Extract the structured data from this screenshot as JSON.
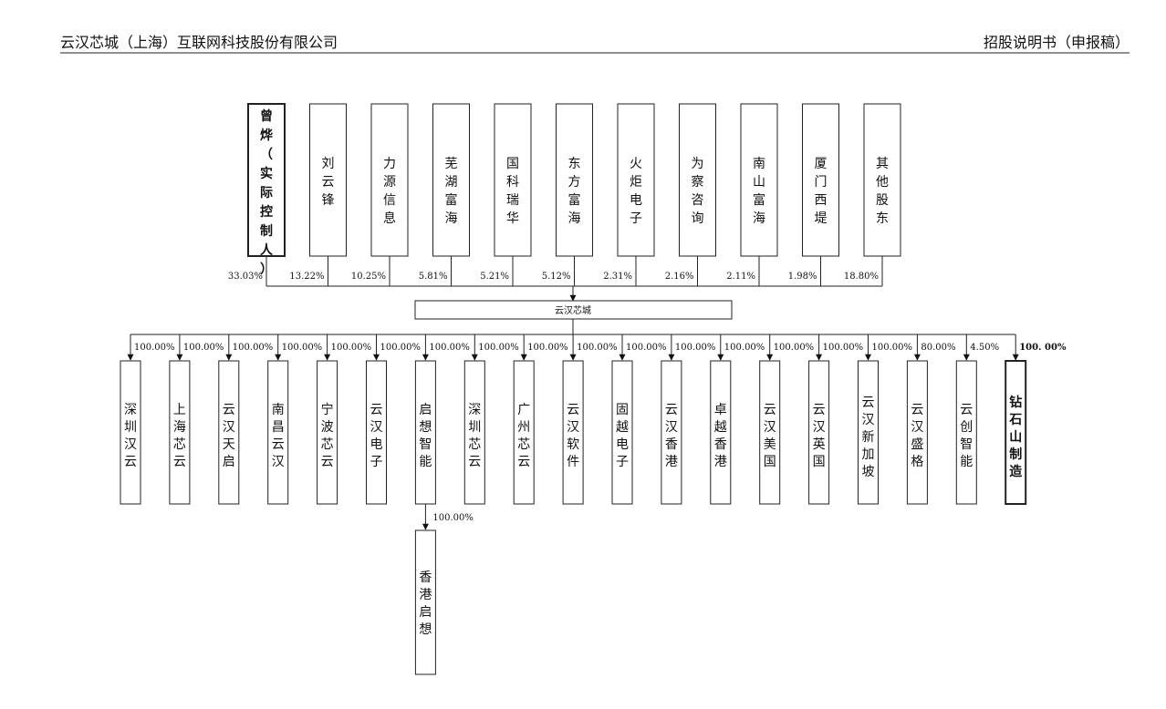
{
  "header": {
    "company": "云汉芯城（上海）互联网科技股份有限公司",
    "document": "招股说明书（申报稿）"
  },
  "shareholders": [
    {
      "name": "曾烨（实际控制人）",
      "pct": "33.03%",
      "bold": true
    },
    {
      "name": "刘云锋",
      "pct": "13.22%"
    },
    {
      "name": "力源信息",
      "pct": "10.25%"
    },
    {
      "name": "芜湖富海",
      "pct": "5.81%"
    },
    {
      "name": "国科瑞华",
      "pct": "5.21%"
    },
    {
      "name": "东方富海",
      "pct": "5.12%"
    },
    {
      "name": "火炬电子",
      "pct": "2.31%"
    },
    {
      "name": "为察咨询",
      "pct": "2.16%"
    },
    {
      "name": "南山富海",
      "pct": "2.11%"
    },
    {
      "name": "厦门西堤",
      "pct": "1.98%"
    },
    {
      "name": "其他股东",
      "pct": "18.80%"
    }
  ],
  "company": {
    "name": "云汉芯城"
  },
  "subsidiaries": [
    {
      "name": "深圳汉云",
      "pct": "100.00%"
    },
    {
      "name": "上海芯云",
      "pct": "100.00%"
    },
    {
      "name": "云汉天启",
      "pct": "100.00%"
    },
    {
      "name": "南昌云汉",
      "pct": "100.00%"
    },
    {
      "name": "宁波芯云",
      "pct": "100.00%"
    },
    {
      "name": "云汉电子",
      "pct": "100.00%"
    },
    {
      "name": "启想智能",
      "pct": "100.00%"
    },
    {
      "name": "深圳芯云",
      "pct": "100.00%"
    },
    {
      "name": "广州芯云",
      "pct": "100.00%"
    },
    {
      "name": "云汉软件",
      "pct": "100.00%"
    },
    {
      "name": "固越电子",
      "pct": "100.00%"
    },
    {
      "name": "云汉香港",
      "pct": "100.00%"
    },
    {
      "name": "卓越香港",
      "pct": "100.00%"
    },
    {
      "name": "云汉美国",
      "pct": "100.00%"
    },
    {
      "name": "云汉英国",
      "pct": "100.00%"
    },
    {
      "name": "云汉新加坡",
      "pct": "100.00%"
    },
    {
      "name": "云汉盛格",
      "pct": "80.00%"
    },
    {
      "name": "云创智能",
      "pct": "4.50%"
    },
    {
      "name": "钻石山制造",
      "pct": "100. 00%",
      "bold": true
    }
  ],
  "grandchild": {
    "name": "香港启想",
    "pct": "100.00%",
    "parent": "启想智能"
  }
}
